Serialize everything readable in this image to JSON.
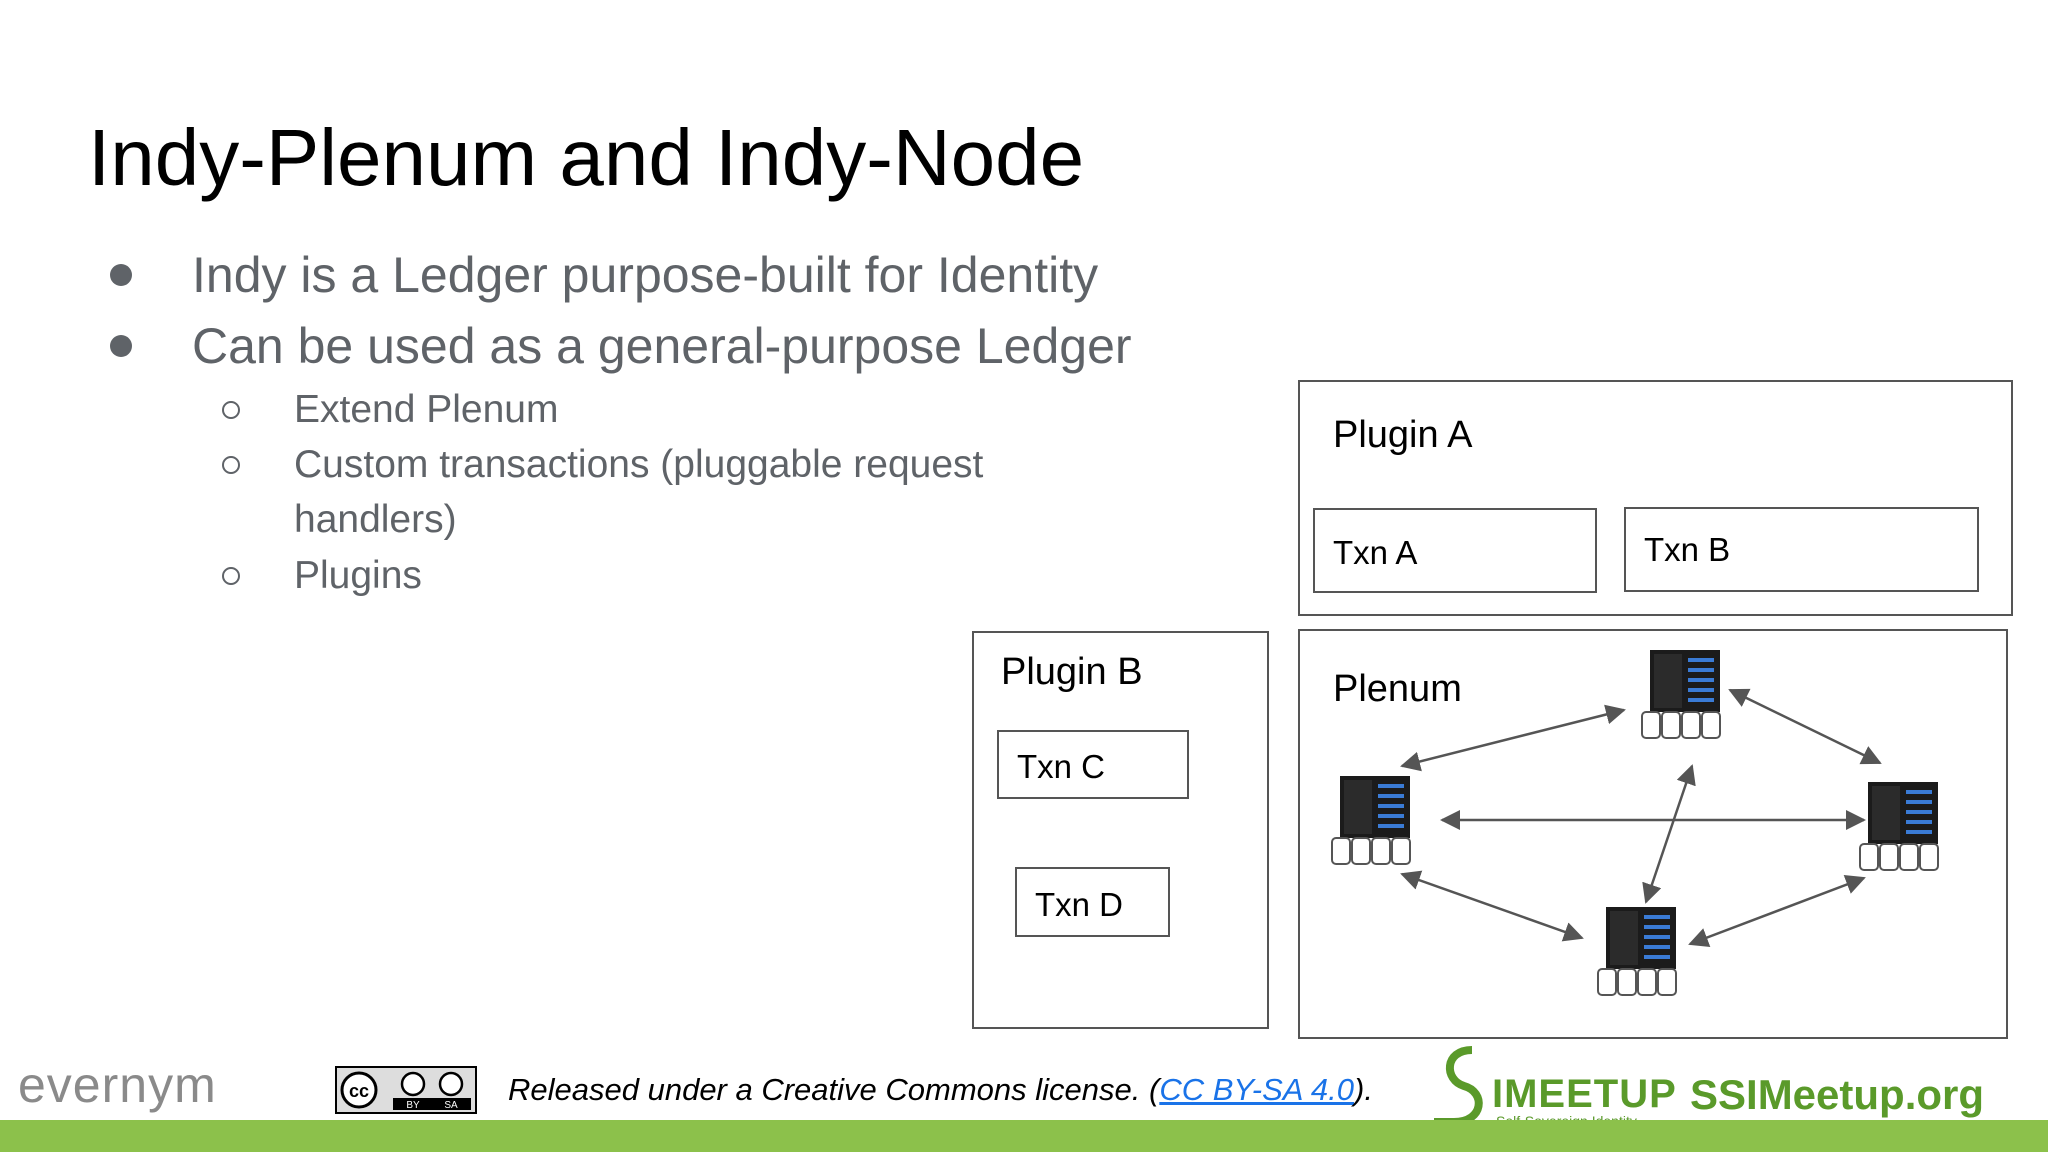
{
  "slide": {
    "title": "Indy-Plenum and Indy-Node",
    "bullets": [
      "Indy is a Ledger purpose-built for Identity",
      "Can be used as a general-purpose Ledger"
    ],
    "sub_bullets": [
      "Extend Plenum",
      "Custom transactions (pluggable request",
      "handlers)",
      "Plugins"
    ]
  },
  "diagram": {
    "plugin_a": {
      "label": "Plugin A",
      "txns": [
        "Txn A",
        "Txn B"
      ]
    },
    "plugin_b": {
      "label": "Plugin B",
      "txns": [
        "Txn C",
        "Txn D"
      ]
    },
    "plenum": {
      "label": "Plenum",
      "nodes": [
        "server-top",
        "server-left",
        "server-right",
        "server-bottom"
      ]
    }
  },
  "footer": {
    "logo_text": "evernym",
    "license_prefix": "Released under a Creative Commons license. (",
    "license_link": "CC BY-SA 4.0",
    "license_suffix": ").",
    "meetup_text": "IMEETUP",
    "meetup_url": "SSIMeetup.org",
    "meetup_tagline": "Self-Sovereign Identity",
    "cc_badge": [
      "BY",
      "SA"
    ],
    "bar_color": "#8cc14b"
  }
}
